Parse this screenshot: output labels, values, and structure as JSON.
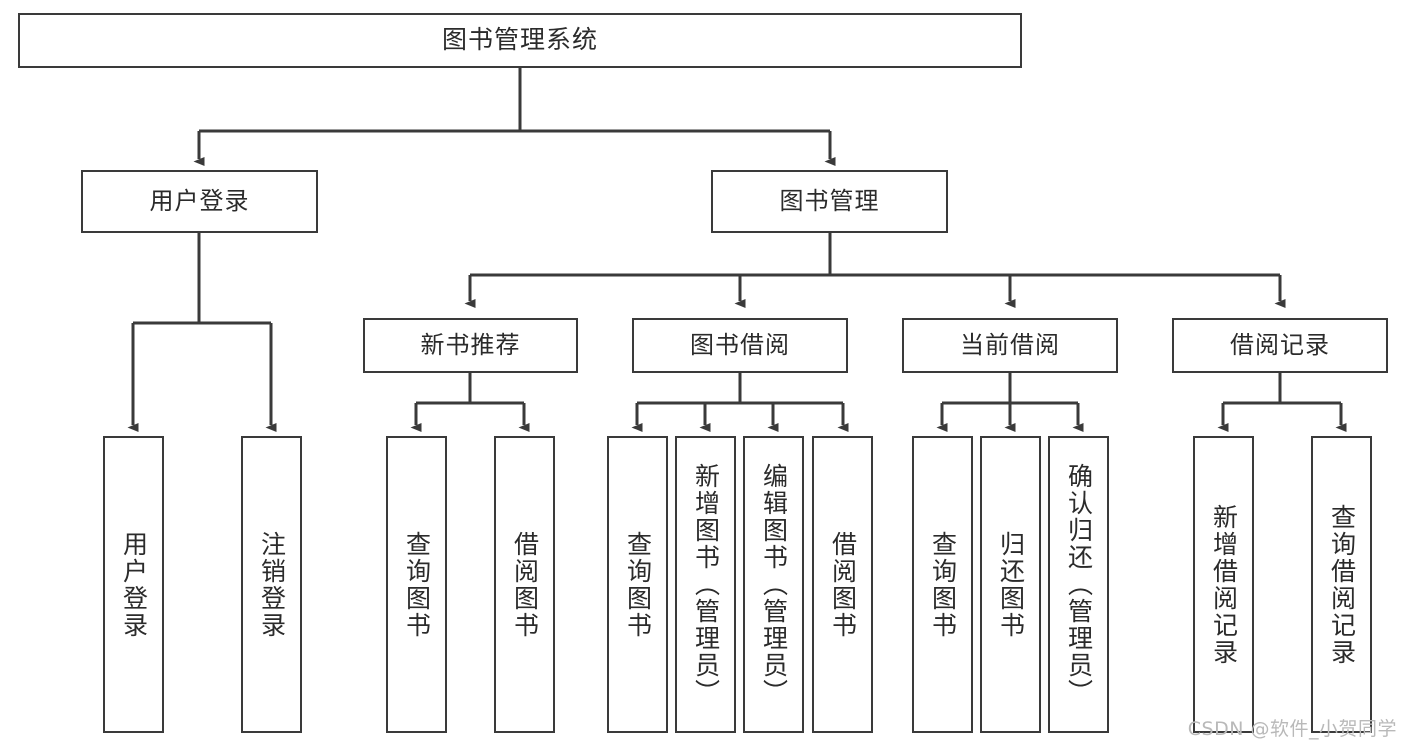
{
  "diagram": {
    "title": "图书管理系统",
    "watermark": "CSDN @软件_小贺同学",
    "line_color": "#3a3a3a",
    "box_fill": "#ffffff",
    "text_color": "#2b2b2b",
    "watermark_color": "#b9b9b9",
    "type": "tree",
    "levels": 4
  },
  "nodes": {
    "root": {
      "label": "图书管理系统"
    },
    "level2": [
      {
        "id": "user-login",
        "label": "用户登录"
      },
      {
        "id": "book-management",
        "label": "图书管理"
      }
    ],
    "level3": [
      {
        "id": "new-book-recommend",
        "label": "新书推荐"
      },
      {
        "id": "book-borrow",
        "label": "图书借阅"
      },
      {
        "id": "current-borrow",
        "label": "当前借阅"
      },
      {
        "id": "borrow-record",
        "label": "借阅记录"
      }
    ],
    "leaves": {
      "user_login": [
        {
          "id": "leaf-user-login",
          "label": "用户登录"
        },
        {
          "id": "leaf-logout",
          "label": "注销登录"
        }
      ],
      "new_book_recommend": [
        {
          "id": "leaf-query-book-1",
          "label": "查询图书"
        },
        {
          "id": "leaf-borrow-book-1",
          "label": "借阅图书"
        }
      ],
      "book_borrow": [
        {
          "id": "leaf-query-book-2",
          "label": "查询图书"
        },
        {
          "id": "leaf-add-book",
          "label": "新增图书（管理员）"
        },
        {
          "id": "leaf-edit-book",
          "label": "编辑图书（管理员）"
        },
        {
          "id": "leaf-borrow-book-2",
          "label": "借阅图书"
        }
      ],
      "current_borrow": [
        {
          "id": "leaf-query-book-3",
          "label": "查询图书"
        },
        {
          "id": "leaf-return-book",
          "label": "归还图书"
        },
        {
          "id": "leaf-confirm-return",
          "label": "确认归还（管理员）"
        }
      ],
      "borrow_record": [
        {
          "id": "leaf-add-record",
          "label": "新增借阅记录"
        },
        {
          "id": "leaf-query-record",
          "label": "查询借阅记录"
        }
      ]
    }
  }
}
